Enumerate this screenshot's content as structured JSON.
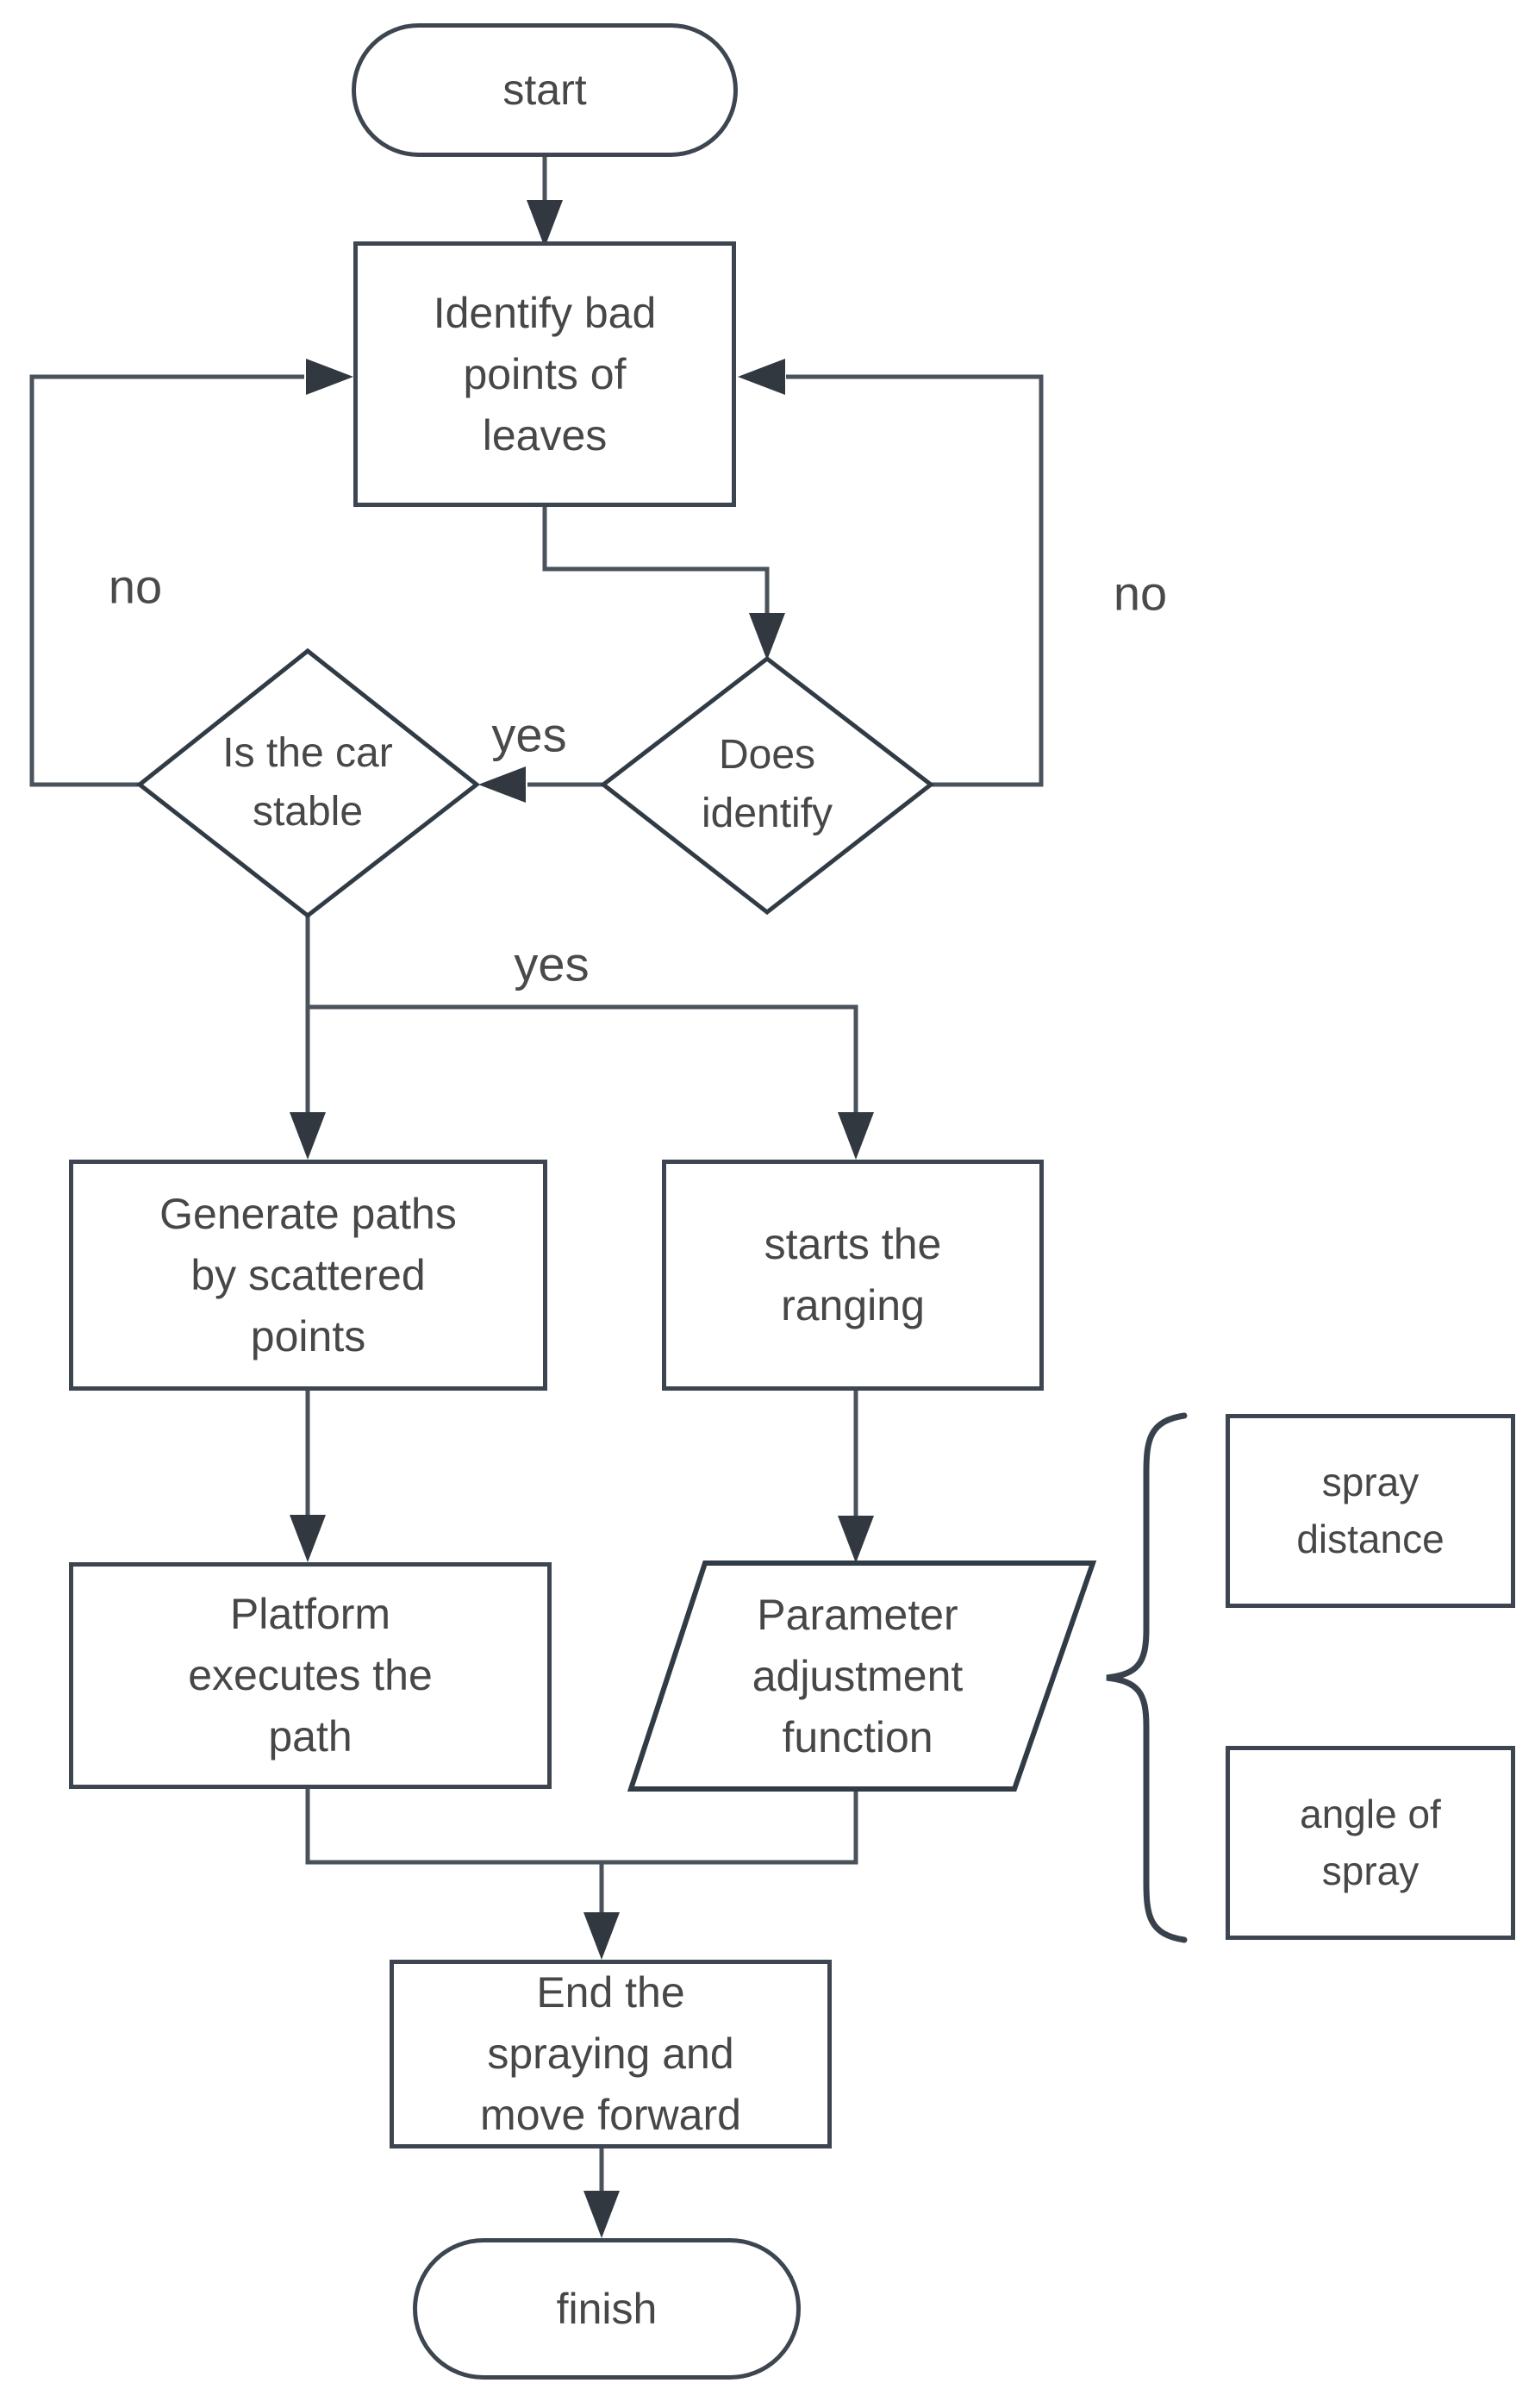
{
  "diagram": {
    "type": "flowchart",
    "background": "#ffffff",
    "colors": {
      "shape_stroke": "#3d4650",
      "connector_stroke": "#4a525b",
      "arrowhead_fill": "#31383f",
      "text": "#474747",
      "label_text": "#4a4a4a"
    },
    "nodes": {
      "start": {
        "label": "start",
        "shape": "terminator"
      },
      "identify": {
        "label": "Identify bad points of leaves",
        "shape": "process"
      },
      "does_identify": {
        "label": "Does identify",
        "shape": "decision"
      },
      "car_stable": {
        "label": "Is the car stable",
        "shape": "decision"
      },
      "generate_paths": {
        "label": "Generate paths by scattered points",
        "shape": "process"
      },
      "starts_ranging": {
        "label": "starts the ranging",
        "shape": "process"
      },
      "platform_executes": {
        "label": "Platform executes the path",
        "shape": "process"
      },
      "parameter_adjustment": {
        "label": "Parameter adjustment function",
        "shape": "data-parallelogram"
      },
      "spray_distance": {
        "label": "spray distance",
        "shape": "process"
      },
      "angle_of_spray": {
        "label": "angle of spray",
        "shape": "process"
      },
      "end_spraying": {
        "label": "End the spraying and move forward",
        "shape": "process"
      },
      "finish": {
        "label": "finish",
        "shape": "terminator"
      }
    },
    "edge_labels": {
      "no_left": "no",
      "no_right": "no",
      "yes_between_decisions": "yes",
      "yes_down_branch": "yes"
    }
  }
}
